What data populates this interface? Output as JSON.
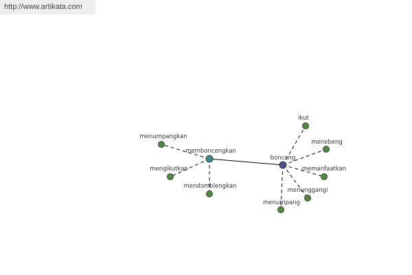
{
  "banner": {
    "text": "http://www.artikata.com"
  },
  "colors": {
    "banner_bg": "#eeeeee",
    "banner_text": "#444444",
    "hub_main": "#4a4f9a",
    "hub_secondary": "#3f8a94",
    "leaf": "#4e8a3e",
    "edge": "#000000",
    "label": "#333333"
  },
  "graph": {
    "nodes": [
      {
        "id": "bonceng",
        "label": "bonceng",
        "kind": "hub_main"
      },
      {
        "id": "memboncengkan",
        "label": "memboncengkan",
        "kind": "hub_secondary"
      },
      {
        "id": "ikut",
        "label": "ikut",
        "kind": "leaf"
      },
      {
        "id": "menebeng",
        "label": "menebeng",
        "kind": "leaf"
      },
      {
        "id": "memanfaatkan",
        "label": "memanfaatkan",
        "kind": "leaf"
      },
      {
        "id": "menunggangi",
        "label": "menunggangi",
        "kind": "leaf"
      },
      {
        "id": "menumpang",
        "label": "menumpang",
        "kind": "leaf"
      },
      {
        "id": "menumpangkan",
        "label": "menumpangkan",
        "kind": "leaf"
      },
      {
        "id": "mengikutkan",
        "label": "mengikutkan",
        "kind": "leaf"
      },
      {
        "id": "mendomblengkan",
        "label": "mendomblengkan",
        "kind": "leaf"
      }
    ],
    "edges": [
      {
        "from": "memboncengkan",
        "to": "bonceng",
        "style": "solid"
      },
      {
        "from": "bonceng",
        "to": "ikut",
        "style": "dashed"
      },
      {
        "from": "bonceng",
        "to": "menebeng",
        "style": "dashed"
      },
      {
        "from": "bonceng",
        "to": "memanfaatkan",
        "style": "dashed"
      },
      {
        "from": "bonceng",
        "to": "menunggangi",
        "style": "dashed"
      },
      {
        "from": "bonceng",
        "to": "menumpang",
        "style": "dashed"
      },
      {
        "from": "memboncengkan",
        "to": "menumpangkan",
        "style": "dashed"
      },
      {
        "from": "memboncengkan",
        "to": "mengikutkan",
        "style": "dashed"
      },
      {
        "from": "memboncengkan",
        "to": "mendomblengkan",
        "style": "dashed"
      }
    ]
  }
}
